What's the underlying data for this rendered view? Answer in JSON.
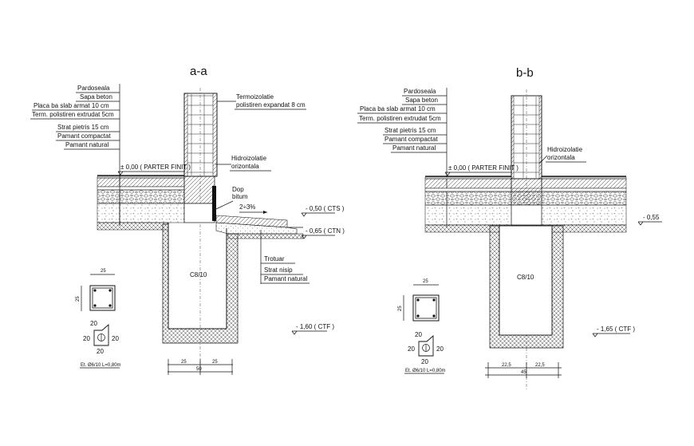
{
  "section_a": {
    "title": "a-a",
    "layers": [
      "Pardoseala",
      "Sapa beton",
      "Placa ba slab armat 10 cm",
      "Term. polistiren extrudat 5cm",
      "Strat pietris 15 cm",
      "Pamant compactat",
      "Pamant natural"
    ],
    "termo": [
      "Termoizolatie",
      "polistiren expandat 8 cm"
    ],
    "hidro": [
      "Hidroizolatie",
      "orizontala"
    ],
    "dop": [
      "Dop",
      "bitum"
    ],
    "level_finit": "± 0,00 ( PARTER FINIT )",
    "slope": "2÷3%",
    "level_cts": "- 0,50 ( CTS )",
    "level_ctn": "- 0,65 ( CTN )",
    "sidewalk": [
      "Trotuar",
      "Strat nisip",
      "Pamant natural"
    ],
    "concrete": "C8/10",
    "level_ctf": "- 1,60 ( CTF )",
    "dims": [
      "25",
      "25",
      "50"
    ],
    "column": {
      "w": "25",
      "h": "25"
    },
    "stirrup": {
      "top": "20",
      "left": "20",
      "right": "20",
      "bottom": "20",
      "note": "Et. Ø6/10 L=0,80m"
    }
  },
  "section_b": {
    "title": "b-b",
    "layers": [
      "Pardoseala",
      "Sapa beton",
      "Placa ba slab armat 10 cm",
      "Term. polistiren extrudat 5cm",
      "Strat pietris 15 cm",
      "Pamant compactat",
      "Pamant natural"
    ],
    "hidro": [
      "Hidroizolatie",
      "orizontala"
    ],
    "level_finit": "± 0,00 ( PARTER FINIT )",
    "level_055": "- 0,55",
    "concrete": "C8/10",
    "level_ctf": "- 1,65 ( CTF )",
    "dims": [
      "22,5",
      "22,5",
      "45"
    ],
    "column": {
      "w": "25",
      "h": "25"
    },
    "stirrup": {
      "top": "20",
      "left": "20",
      "right": "20",
      "bottom": "20",
      "note": "Et. Ø6/10 L=0,80m"
    }
  }
}
